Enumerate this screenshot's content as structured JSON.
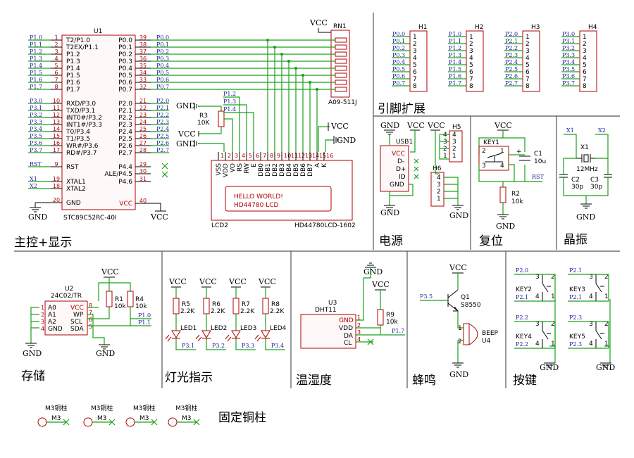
{
  "sections": {
    "main": "主控+显示",
    "pins": "引脚扩展",
    "power": "电源",
    "reset": "复位",
    "crystal": "晶振",
    "storage": "存储",
    "led": "灯光指示",
    "temp": "温湿度",
    "buzzer": "蜂鸣",
    "keys": "按键",
    "mount": "固定铜柱"
  },
  "mcu": {
    "ref": "U1",
    "part": "STC89C52RC-40I",
    "left_pins": [
      {
        "n": "1",
        "name": "T2/P1.0",
        "net": "P1.0"
      },
      {
        "n": "2",
        "name": "T2EX/P1.1",
        "net": "P1.1"
      },
      {
        "n": "3",
        "name": "P1.2",
        "net": "P1.2"
      },
      {
        "n": "4",
        "name": "P1.3",
        "net": "P1.3"
      },
      {
        "n": "5",
        "name": "P1.4",
        "net": "P1.4"
      },
      {
        "n": "6",
        "name": "P1.5",
        "net": "P1.5"
      },
      {
        "n": "7",
        "name": "P1.6",
        "net": "P1.6"
      },
      {
        "n": "8",
        "name": "P1.7",
        "net": "P1.7"
      },
      {
        "n": "10",
        "name": "RXD/P3.0",
        "net": "P3.0"
      },
      {
        "n": "11",
        "name": "TXD/P3.1",
        "net": "P3.1"
      },
      {
        "n": "12",
        "name": "INT0#/P3.2",
        "net": "P3.2"
      },
      {
        "n": "13",
        "name": "INT1#/P3.3",
        "net": "P3.3"
      },
      {
        "n": "14",
        "name": "T0/P3.4",
        "net": "P3.4"
      },
      {
        "n": "15",
        "name": "T1/P3.5",
        "net": "P3.5"
      },
      {
        "n": "16",
        "name": "WR#/P3.6",
        "net": "P3.6"
      },
      {
        "n": "17",
        "name": "RD#/P3.7",
        "net": "P3.7"
      },
      {
        "n": "9",
        "name": "RST",
        "net": "RST"
      },
      {
        "n": "19",
        "name": "XTAL1",
        "net": "X1"
      },
      {
        "n": "18",
        "name": "XTAL2",
        "net": "X2"
      },
      {
        "n": "20",
        "name": "GND",
        "net": ""
      }
    ],
    "right_pins": [
      {
        "n": "39",
        "name": "P0.0",
        "net": "P0.0"
      },
      {
        "n": "38",
        "name": "P0.1",
        "net": "P0.1"
      },
      {
        "n": "37",
        "name": "P0.2",
        "net": "P0.2"
      },
      {
        "n": "36",
        "name": "P0.3",
        "net": "P0.3"
      },
      {
        "n": "35",
        "name": "P0.4",
        "net": "P0.4"
      },
      {
        "n": "34",
        "name": "P0.5",
        "net": "P0.5"
      },
      {
        "n": "33",
        "name": "P0.6",
        "net": "P0.6"
      },
      {
        "n": "32",
        "name": "P0.7",
        "net": "P0.7"
      },
      {
        "n": "21",
        "name": "P2.0",
        "net": "P2.0"
      },
      {
        "n": "22",
        "name": "P2.1",
        "net": "P2.1"
      },
      {
        "n": "23",
        "name": "P2.2",
        "net": "P2.2"
      },
      {
        "n": "24",
        "name": "P2.3",
        "net": "P2.3"
      },
      {
        "n": "25",
        "name": "P2.4",
        "net": "P2.4"
      },
      {
        "n": "26",
        "name": "P2.5",
        "net": "P2.5"
      },
      {
        "n": "27",
        "name": "P2.6",
        "net": "P2.6"
      },
      {
        "n": "28",
        "name": "P2.7",
        "net": "P2.7"
      },
      {
        "n": "29",
        "name": "P4.4",
        "net": ""
      },
      {
        "n": "30",
        "name": "ALE/P4.5",
        "net": ""
      },
      {
        "n": "31",
        "name": "P4.6",
        "net": ""
      },
      {
        "n": "40",
        "name": "VCC",
        "net": ""
      }
    ]
  },
  "rn1": {
    "ref": "RN1",
    "part": "A09-511J",
    "vcc": "VCC"
  },
  "r3": {
    "ref": "R3",
    "value": "10K",
    "gnd1": "GND",
    "vcc": "VCC",
    "gnd2": "GND"
  },
  "lcd": {
    "ref": "LCD2",
    "part": "HD44780LCD-1602",
    "pins": [
      "VSS",
      "VDD",
      "VO",
      "RS",
      "RW",
      "E",
      "DB0",
      "DB1",
      "DB2",
      "DB3",
      "DB4",
      "DB5",
      "DB6",
      "DB7",
      "A",
      "K"
    ],
    "line1": "HELLO WORLD!",
    "line2": "HD44780 LCD",
    "nets": [
      "P1.2",
      "P1.3",
      "P1.4"
    ],
    "vcc": "VCC",
    "gnd": "GND"
  },
  "headers": [
    {
      "ref": "H1",
      "nets": [
        "P0.0",
        "P0.1",
        "P0.2",
        "P0.3",
        "P0.4",
        "P0.5",
        "P0.6",
        "P0.7"
      ]
    },
    {
      "ref": "H2",
      "nets": [
        "P1.0",
        "P1.1",
        "P1.2",
        "P1.3",
        "P1.4",
        "P1.5",
        "P1.6",
        "P1.7"
      ]
    },
    {
      "ref": "H3",
      "nets": [
        "P2.0",
        "P2.1",
        "P2.2",
        "P2.3",
        "P2.4",
        "P2.5",
        "P2.6",
        "P2.7"
      ]
    },
    {
      "ref": "H4",
      "nets": [
        "P3.0",
        "P3.1",
        "P3.2",
        "P3.3",
        "P3.4",
        "P3.5",
        "P3.6",
        "P3.7"
      ]
    }
  ],
  "power": {
    "usb": "USB1",
    "pins": [
      "VCC",
      "D-",
      "D+",
      "ID",
      "GND"
    ],
    "gnd": "GND",
    "vcc1": "VCC",
    "vcc2": "VCC",
    "h5": "H5",
    "h6": "H6"
  },
  "reset": {
    "key": "KEY1",
    "cap": "C1",
    "cap_val": "10u",
    "res": "R2",
    "res_val": "10k",
    "vcc": "VCC",
    "gnd": "GND",
    "net": "RST"
  },
  "crystal": {
    "x1": "X1",
    "x2": "X2",
    "ref": "X1",
    "freq": "12MHz",
    "c2": "C2",
    "c2v": "30p",
    "c3": "C3",
    "c3v": "30p",
    "gnd": "GND"
  },
  "eeprom": {
    "ref": "U2",
    "part": "24C02/TR",
    "left": [
      "A0",
      "A1",
      "A2",
      "GND"
    ],
    "right": [
      "VCC",
      "WP",
      "SCL",
      "SDA"
    ],
    "r1": "R1",
    "r1v": "10k",
    "r4": "R4",
    "r4v": "10k",
    "vcc": "VCC",
    "gnd1": "GND",
    "gnd2": "GND",
    "n1": "P1.0",
    "n2": "P1.1"
  },
  "leds": [
    {
      "r": "R5",
      "rv": "2.2K",
      "led": "LED1",
      "net": "P3.1"
    },
    {
      "r": "R6",
      "rv": "2.2K",
      "led": "LED2",
      "net": "P3.2"
    },
    {
      "r": "R7",
      "rv": "2.2K",
      "led": "LED3",
      "net": "P3.3"
    },
    {
      "r": "R8",
      "rv": "2.2K",
      "led": "LED4",
      "net": "P3.4"
    }
  ],
  "dht": {
    "ref": "U3",
    "part": "DHT11",
    "pins": [
      "GND",
      "VDD",
      "DA",
      "CL"
    ],
    "r": "R9",
    "rv": "10k",
    "vcc": "VCC",
    "gnd": "GND",
    "net": "P1.7"
  },
  "buzzer": {
    "q": "Q1",
    "qpart": "S8550",
    "net": "P3.5",
    "beep": "BEEP",
    "u": "U4",
    "vcc": "VCC",
    "gnd": "GND"
  },
  "keys": [
    {
      "ref": "KEY2",
      "n1": "P2.0",
      "n2": "P2.1"
    },
    {
      "ref": "KEY3",
      "n1": "P2.1",
      "n2": "P2.1"
    },
    {
      "ref": "KEY4",
      "n1": "P2.2",
      "n2": "P2.2"
    },
    {
      "ref": "KEY5",
      "n1": "P2.3",
      "n2": "P2.3"
    }
  ],
  "keys_gnd": "GND",
  "mount": {
    "label": "M3铜柱",
    "pin": "M3"
  },
  "vcc": "VCC",
  "gnd": "GND"
}
